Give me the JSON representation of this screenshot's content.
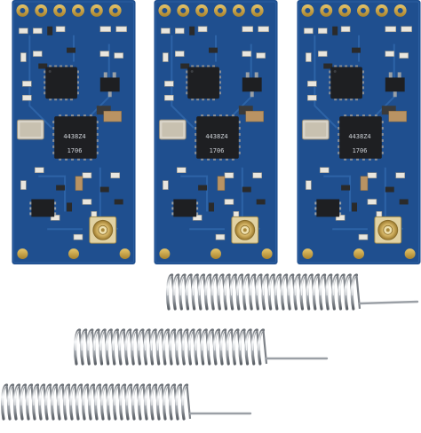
{
  "modules": [
    {
      "chip_text": [
        "4438Z4",
        "1706"
      ]
    },
    {
      "chip_text": [
        "4438Z4",
        "1706"
      ]
    },
    {
      "chip_text": [
        "4438Z4",
        "1706"
      ]
    }
  ],
  "antennas": [
    {},
    {},
    {}
  ],
  "colors": {
    "background": "#ffffff",
    "pcb_blue": "#1f4f8f",
    "pcb_dark": "#163d73",
    "trace": "#2f66aa",
    "pad_gold": "#c9a24a",
    "chip_black": "#1e1f22",
    "crystal_silver": "#d9d4c8",
    "spring_steel": "#b8bcc2"
  }
}
